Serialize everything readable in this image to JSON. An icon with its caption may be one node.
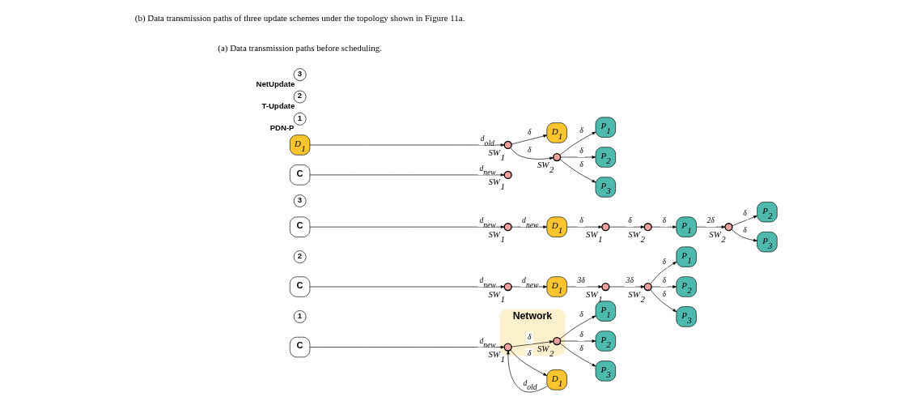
{
  "diagram": {
    "nodes": [
      {
        "text": [
          "Network"
        ]
      },
      {
        "text": [
          "SW$_{1}$"
        ],
        "in": 0
      },
      {
        "text": [
          "SW$_{2}$"
        ],
        "in": 0
      },
      {
        "text": [
          "C"
        ]
      },
      {
        "text": [
          "D$_{1}$"
        ]
      },
      {
        "text": [
          "P$_{1}$"
        ]
      },
      {
        "text": [
          "P$_{2}$"
        ]
      },
      {
        "text": [
          "P$_{3}$"
        ]
      },
      {
        "text": [
          "1"
        ]
      },
      {
        "text": [
          "C"
        ]
      },
      {
        "text": [
          "SW$_{1}$"
        ]
      },
      {
        "text": [
          "D$_{1}$"
        ]
      },
      {
        "text": [
          "SW$_{1}$"
        ]
      },
      {
        "text": [
          "SW$_{2}$"
        ]
      },
      {
        "text": [
          "P$_{1}$"
        ]
      },
      {
        "text": [
          "P$_{2}$"
        ]
      },
      {
        "text": [
          "P$_{3}$"
        ]
      },
      {
        "text": [
          "2"
        ]
      },
      {
        "text": [
          "C"
        ]
      },
      {
        "text": [
          "SW$_{1}$"
        ]
      },
      {
        "text": [
          "D$_{1}$"
        ]
      },
      {
        "text": [
          "SW$_{1}$"
        ]
      },
      {
        "text": [
          "SW$_{2}$"
        ]
      },
      {
        "text": [
          "P$_{1}$"
        ]
      },
      {
        "text": [
          "SW$_{2}$"
        ]
      },
      {
        "text": [
          "P$_{2}$"
        ]
      },
      {
        "text": [
          "P$_{3}$"
        ]
      },
      {
        "text": [
          "3"
        ]
      },
      {
        "text": [
          "C"
        ]
      },
      {
        "text": [
          "SW$_{1}$"
        ]
      },
      {
        "text": [
          "D$_{1}$"
        ]
      },
      {
        "text": [
          "SW$_{1}$"
        ]
      },
      {
        "text": [
          "D$_{1}$"
        ]
      },
      {
        "text": [
          "SW$_{2}$"
        ]
      },
      {
        "text": [
          "P$_{1}$"
        ]
      },
      {
        "text": [
          "P$_{2}$"
        ]
      },
      {
        "text": [
          "P$_{3}$"
        ]
      },
      {
        "text": [
          "1"
        ],
        "beside": [
          "PDN-P"
        ]
      },
      {
        "text": [
          "2"
        ],
        "beside": [
          "T-Update"
        ]
      },
      {
        "text": [
          "3"
        ],
        "beside": [
          "NetUpdate"
        ]
      }
    ],
    "edges": [
      {
        "from": 3,
        "to": 1,
        "arrow": "to",
        "label": "d$_{new}$"
      },
      {
        "from": 1,
        "to": 2,
        "arrow": "to",
        "label": "δ"
      },
      {
        "from": 4,
        "to": 1,
        "arrow": "to",
        "label": "d$_{old}$"
      },
      {
        "from": 1,
        "to": 4,
        "arrow": "to",
        "label": "δ"
      },
      {
        "from": 2,
        "to": 5,
        "arrow": "to",
        "label": "δ"
      },
      {
        "from": 2,
        "to": 6,
        "arrow": "to",
        "label": "δ"
      },
      {
        "from": 2,
        "to": 7,
        "arrow": "to",
        "label": "δ"
      },
      {
        "from": 9,
        "to": 10,
        "arrow": "to",
        "label": "d$_{new}$"
      },
      {
        "from": 10,
        "to": 11,
        "arrow": "to",
        "label": "d$_{new}$"
      },
      {
        "from": 11,
        "to": 12,
        "arrow": "to",
        "label": "3δ"
      },
      {
        "from": 12,
        "to": 13,
        "arrow": "to",
        "label": "3δ"
      },
      {
        "from": 13,
        "to": 14,
        "arrow": "to",
        "label": "δ"
      },
      {
        "from": 13,
        "to": 15,
        "arrow": "to",
        "label": "δ"
      },
      {
        "from": 13,
        "to": 16,
        "arrow": "to",
        "label": "δ"
      },
      {
        "from": 18,
        "to": 19,
        "arrow": "to",
        "label": "d$_{new}$"
      },
      {
        "from": 19,
        "to": 20,
        "arrow": "to",
        "label": "d$_{new}$"
      },
      {
        "from": 20,
        "to": 21,
        "arrow": "to",
        "label": "δ"
      },
      {
        "from": 21,
        "to": 22,
        "arrow": "to",
        "label": "δ"
      },
      {
        "from": 22,
        "to": 23,
        "arrow": "to",
        "label": "δ"
      },
      {
        "from": 23,
        "to": 24,
        "arrow": "to",
        "label": "2δ"
      },
      {
        "from": 24,
        "to": 25,
        "arrow": "to",
        "label": "δ"
      },
      {
        "from": 24,
        "to": 26,
        "arrow": "to",
        "label": "δ"
      },
      {
        "from": 28,
        "to": 29,
        "arrow": "to",
        "label": "d$_{new}$"
      },
      {
        "from": 30,
        "to": 31,
        "arrow": "to",
        "label": "d$_{old}$"
      },
      {
        "from": 31,
        "to": 32,
        "arrow": "to",
        "label": "δ"
      },
      {
        "from": 31,
        "to": 33,
        "arrow": "to",
        "label": "δ"
      },
      {
        "from": 33,
        "to": 34,
        "arrow": "to",
        "label": "δ"
      },
      {
        "from": 33,
        "to": 35,
        "arrow": "to",
        "label": "δ"
      },
      {
        "from": 33,
        "to": 36,
        "arrow": "to",
        "label": "δ"
      }
    ],
    "labels": [
      "(a) Data transmission paths before scheduling.",
      "(b) Data transmission paths of three update schemes under the topology shown in Figure 11a."
    ]
  }
}
